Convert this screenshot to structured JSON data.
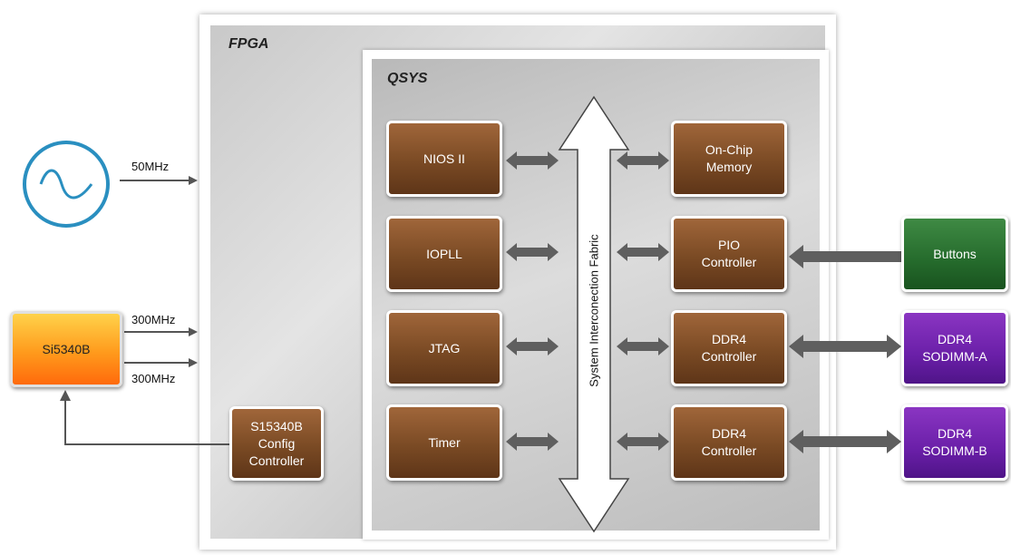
{
  "diagram": {
    "fpga_label": "FPGA",
    "qsys_label": "QSYS",
    "bus_label": "System Interconection Fabric",
    "clock_source": {
      "icon": "sine-wave-oscillator",
      "frequency": "50MHz"
    },
    "clock_chip": {
      "label": "Si5340B",
      "out1": "300MHz",
      "out2": "300MHz"
    },
    "config_controller": [
      "S15340B",
      "Config",
      "Controller"
    ],
    "left_blocks": [
      "NIOS II",
      "IOPLL",
      "JTAG",
      "Timer"
    ],
    "right_blocks": [
      [
        "On-Chip",
        "Memory"
      ],
      [
        "PIO",
        "Controller"
      ],
      [
        "DDR4",
        "Controller"
      ],
      [
        "DDR4",
        "Controller"
      ]
    ],
    "external": [
      [
        "Buttons"
      ],
      [
        "DDR4",
        "SODIMM-A"
      ],
      [
        "DDR4",
        "SODIMM-B"
      ]
    ],
    "colors": {
      "block": "#7a4a24",
      "buttons": "#256b2c",
      "sodimm": "#6a1fa8",
      "clock_chip": "#ff9a1c",
      "oscillator": "#2a8fc0",
      "arrow": "#666666"
    }
  }
}
